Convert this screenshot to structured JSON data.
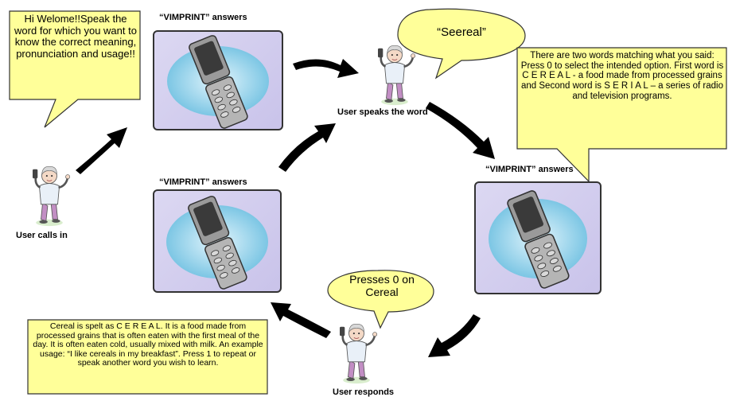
{
  "bubbles": {
    "welcome": "Hi Welome!!Speak the word for which you want to know the correct meaning, pronunciation and usage!!",
    "seereal": "“Seereal”",
    "options": "There are two words matching what you said:  Press 0 to select the intended option. First word is C E R E A L - a food made from processed grains and Second word is S E R I A L – a series of radio and television programs.",
    "presses": "Presses 0 on Cereal",
    "cereal": "Cereal is spelt as C E R E A L. It is a food made from processed grains that is often eaten with the first meal of the day. It is often eaten cold, usually mixed with milk. An example usage: “I like cereals in my breakfast”. Press 1 to repeat or speak another word you wish to learn."
  },
  "labels": {
    "answers_top": "“VIMPRINT” answers",
    "answers_right": "“VIMPRINT” answers",
    "answers_mid": "“VIMPRINT” answers",
    "user_calls_in": "User calls in",
    "user_speaks": "User speaks the word",
    "user_responds": "User responds"
  },
  "colors": {
    "bubble_fill": "#ffff99",
    "bubble_stroke": "#333333",
    "card_fill": "#d3cff0",
    "arrow": "#000000",
    "phone_body": "#9a9a9a",
    "screen": "#3a3a3a",
    "glow": "#8fd0ea"
  },
  "icons": {
    "person": "person-on-phone-icon",
    "phone": "flip-phone-icon",
    "arrow": "curved-arrow-icon"
  }
}
